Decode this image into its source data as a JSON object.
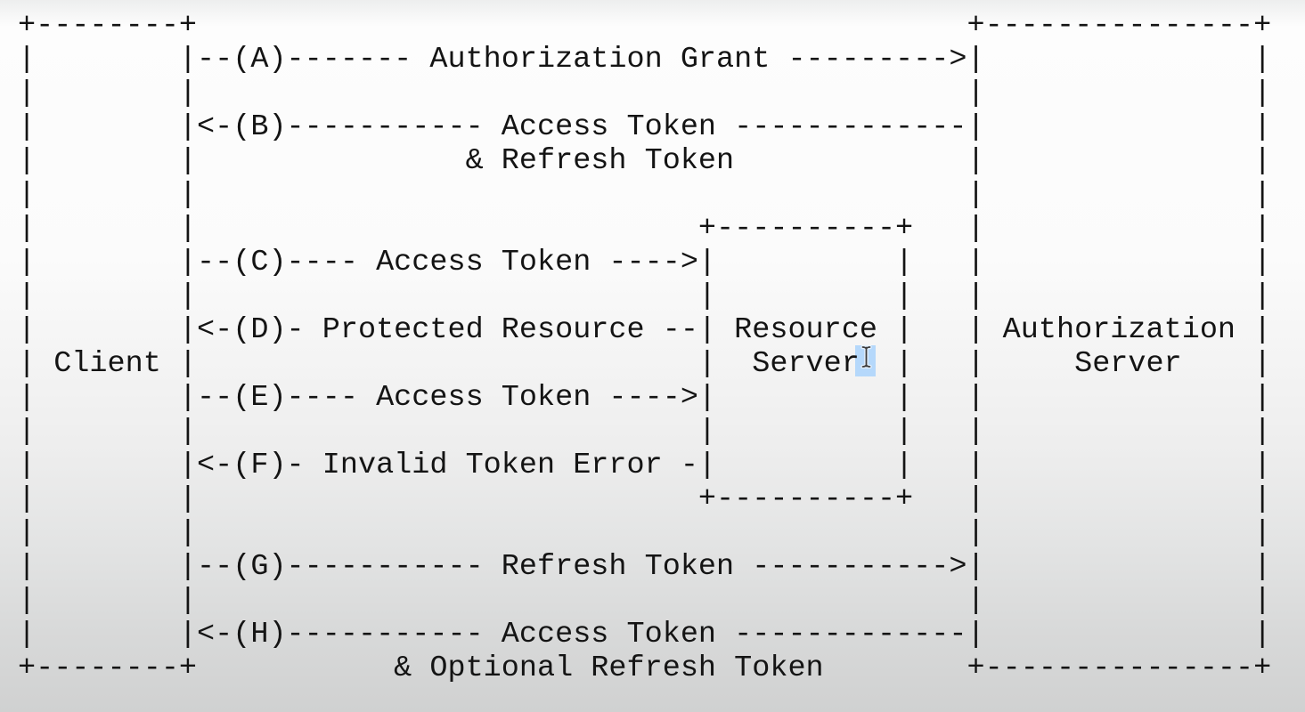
{
  "diagram": {
    "ascii": "+--------+                                           +---------------+\n|        |--(A)------- Authorization Grant --------->|               |\n|        |                                           |               |\n|        |<-(B)----------- Access Token -------------|               |\n|        |               & Refresh Token             |               |\n|        |                                           |               |\n|        |                            +----------+   |               |\n|        |--(C)---- Access Token ---->|          |   |               |\n|        |                            |          |   |               |\n|        |<-(D)- Protected Resource --| Resource |   | Authorization |\n| Client |                            |  Server  |   |     Server    |\n|        |--(E)---- Access Token ---->|          |   |               |\n|        |                            |          |   |               |\n|        |<-(F)- Invalid Token Error -|          |   |               |\n|        |                            +----------+   |               |\n|        |                                           |               |\n|        |--(G)----------- Refresh Token ----------->|               |\n|        |                                           |               |\n|        |<-(H)----------- Access Token -------------|               |\n+--------+           & Optional Refresh Token        +---------------+",
    "entities": {
      "client": "Client",
      "resource_server": "Resource Server",
      "authorization_server": "Authorization Server"
    },
    "steps": [
      {
        "id": "A",
        "from": "Client",
        "to": "Authorization Server",
        "label": "Authorization Grant"
      },
      {
        "id": "B",
        "from": "Authorization Server",
        "to": "Client",
        "label": "Access Token & Refresh Token"
      },
      {
        "id": "C",
        "from": "Client",
        "to": "Resource Server",
        "label": "Access Token"
      },
      {
        "id": "D",
        "from": "Resource Server",
        "to": "Client",
        "label": "Protected Resource"
      },
      {
        "id": "E",
        "from": "Client",
        "to": "Resource Server",
        "label": "Access Token"
      },
      {
        "id": "F",
        "from": "Resource Server",
        "to": "Client",
        "label": "Invalid Token Error"
      },
      {
        "id": "G",
        "from": "Client",
        "to": "Authorization Server",
        "label": "Refresh Token"
      },
      {
        "id": "H",
        "from": "Authorization Server",
        "to": "Client",
        "label": "Access Token & Optional Refresh Token"
      }
    ],
    "selection": {
      "selected_text": " ",
      "preceding_text": "Server",
      "highlight_color": "#b5d8fb"
    },
    "cursor": {
      "type": "i-beam",
      "color": "#3d3d3d"
    },
    "text_color": "#141414"
  }
}
